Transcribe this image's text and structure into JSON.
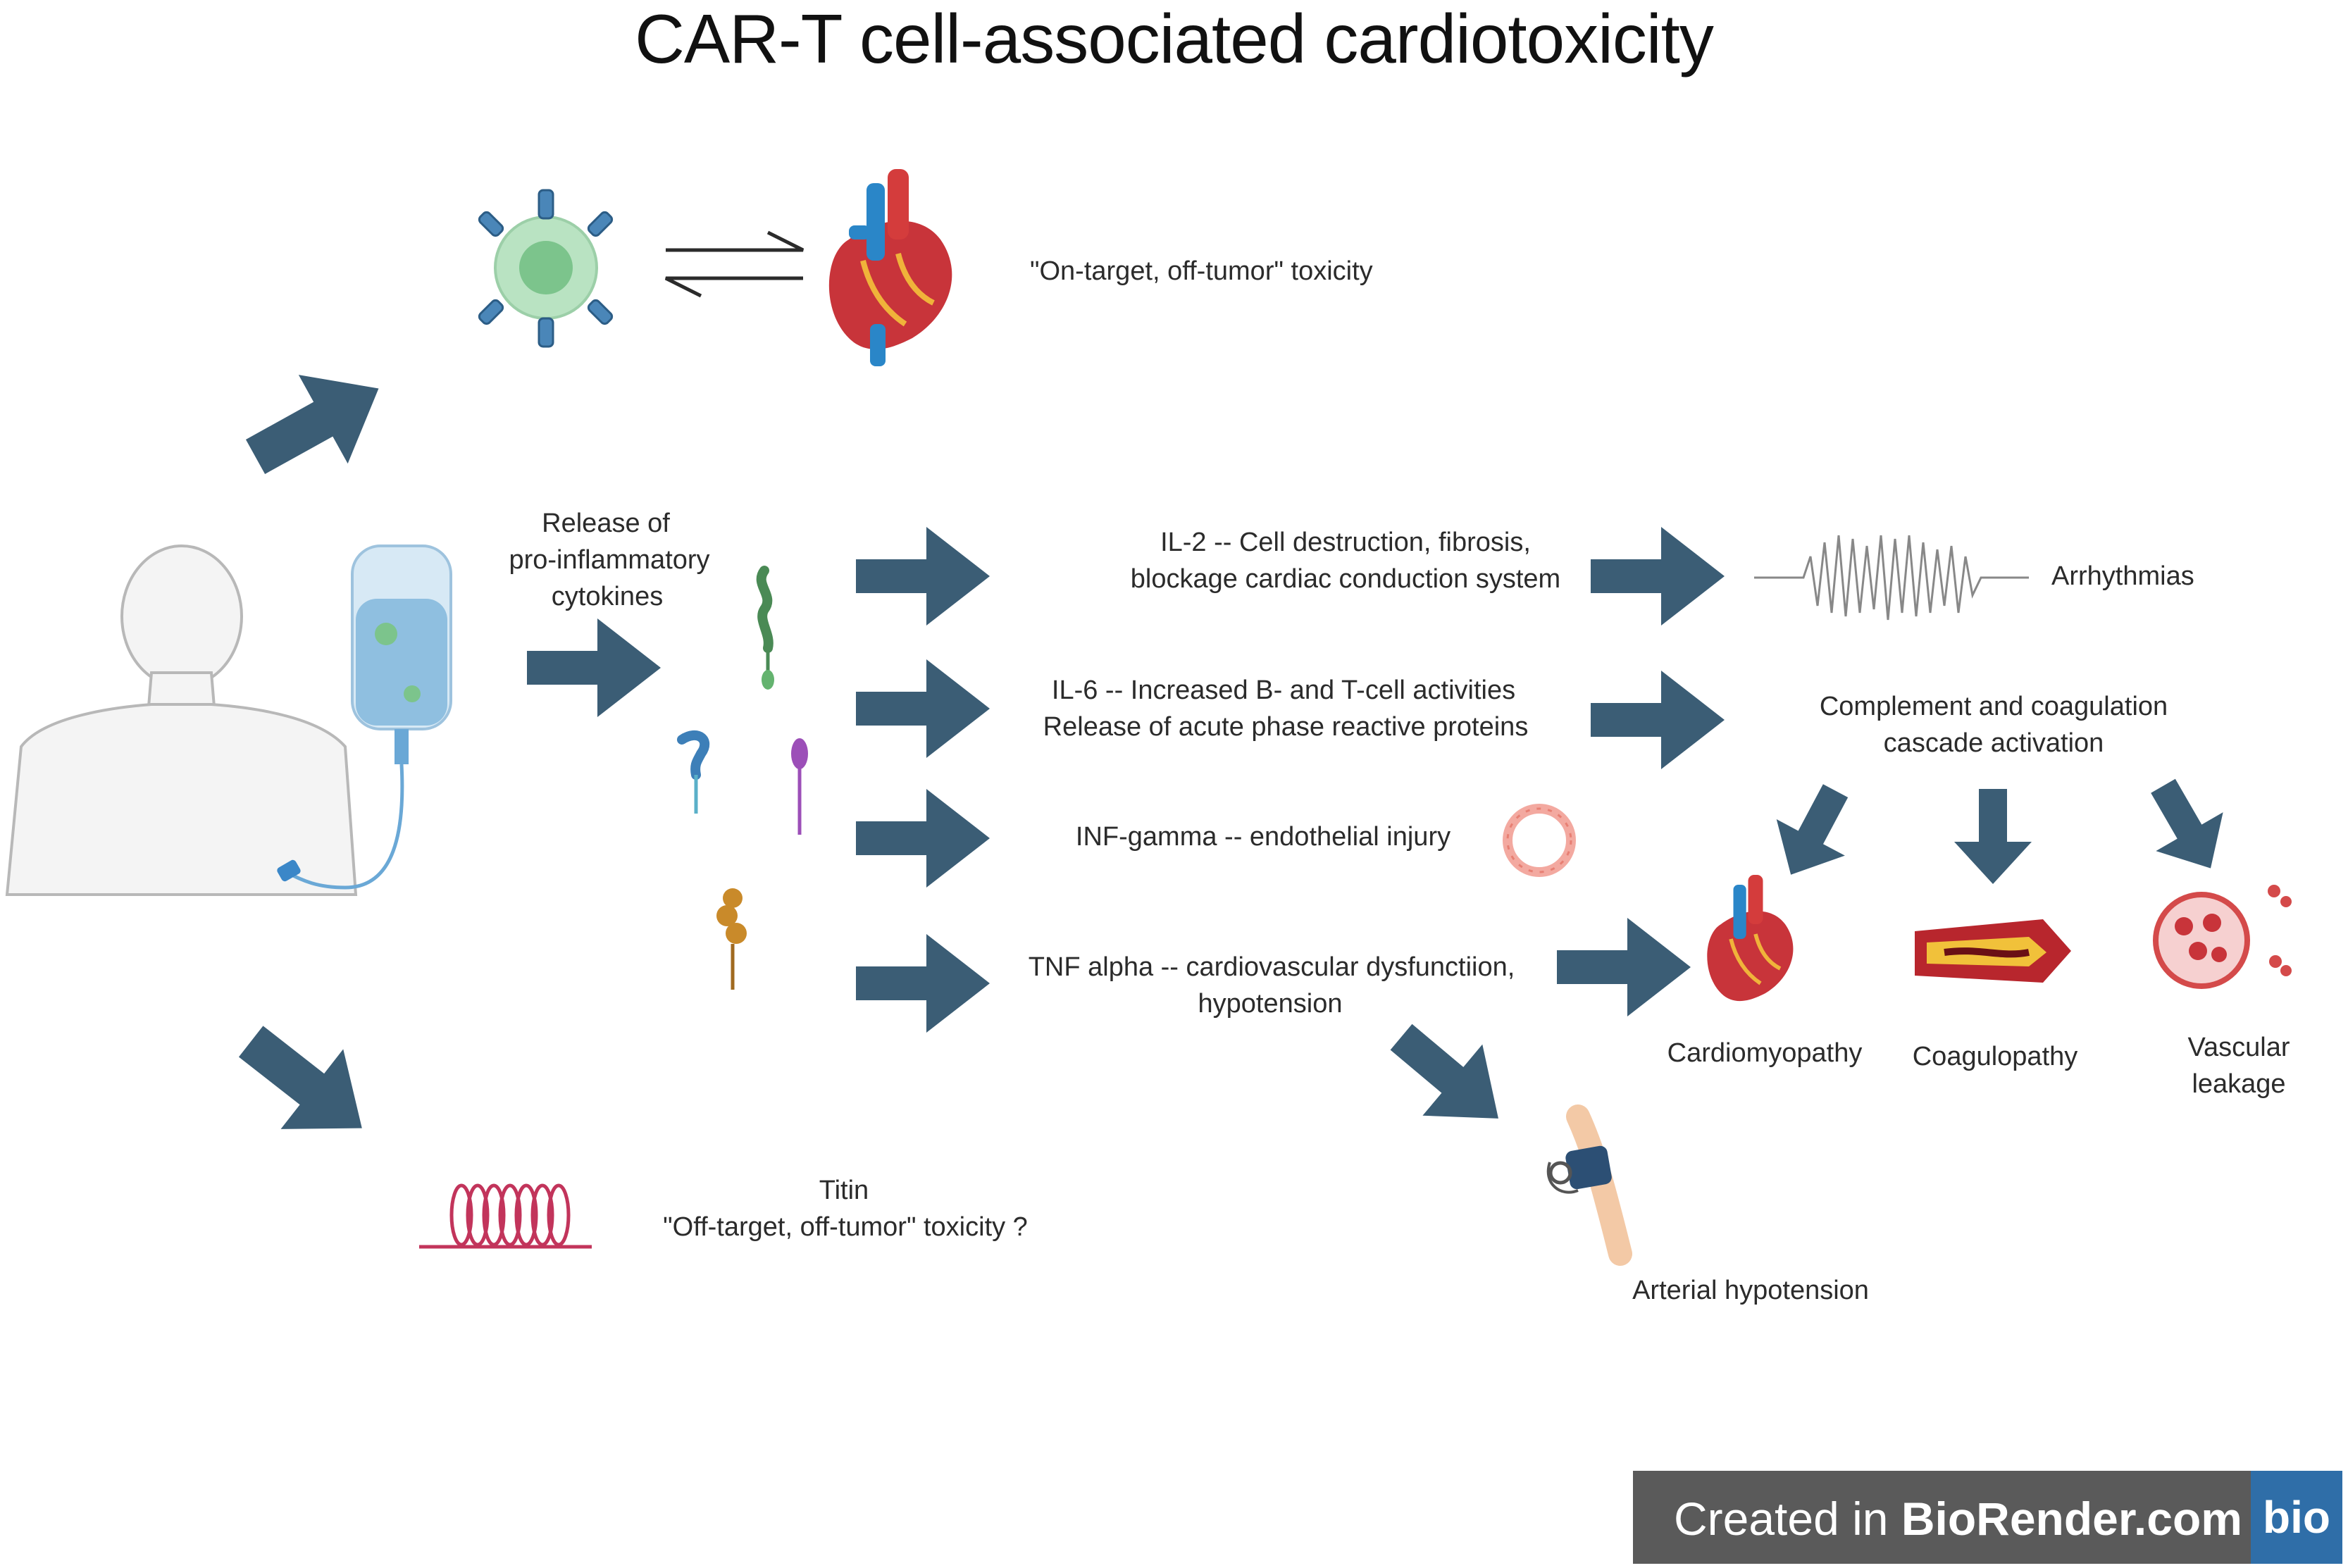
{
  "title": "CAR-T cell-associated cardiotoxicity",
  "labels": {
    "on_target": "\"On-target, off-tumor\" toxicity",
    "release_line1": "Release of",
    "release_line2": "pro-inflammatory",
    "release_line3": "cytokines",
    "il2_line1": "IL-2 -- Cell destruction, fibrosis,",
    "il2_line2": "blockage cardiac conduction system",
    "arrhythmias": "Arrhythmias",
    "il6_line1": "IL-6 -- Increased B- and T-cell activities",
    "il6_line2": "Release of acute phase reactive proteins",
    "complement_line1": "Complement and coagulation",
    "complement_line2": "cascade activation",
    "inf": "INF-gamma -- endothelial injury",
    "tnf_line1": "TNF alpha -- cardiovascular dysfunctiion,",
    "tnf_line2": "hypotension",
    "cardiomyopathy": "Cardiomyopathy",
    "coagulopathy": "Coagulopathy",
    "vascular_line1": "Vascular",
    "vascular_line2": "leakage",
    "arterial": "Arterial hypotension",
    "titin_line1": "Titin",
    "titin_line2": "\"Off-target, off-tumor\" toxicity ?"
  },
  "brand": {
    "prefix": "Created in ",
    "name": "BioRender.com",
    "logo": "bio"
  },
  "colors": {
    "arrow": "#3b5d75",
    "heart_red": "#c8343a",
    "vessel_blue": "#2a86c8",
    "tcell_green": "#8fcf9d",
    "titin_pink": "#c2345b"
  }
}
